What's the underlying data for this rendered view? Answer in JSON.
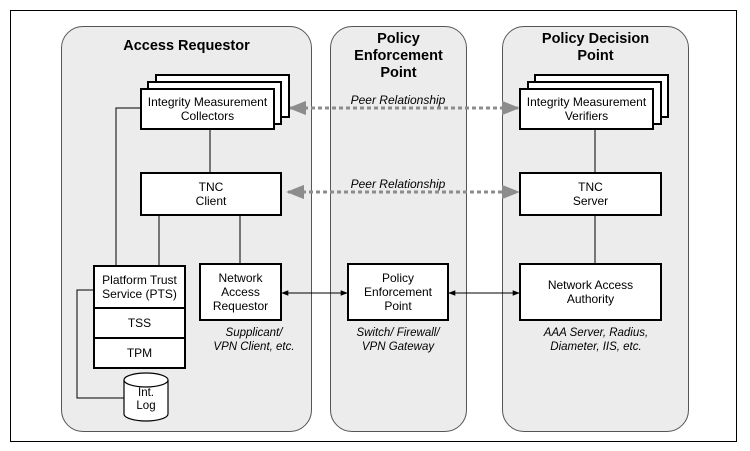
{
  "panels": {
    "access_requestor": {
      "title": "Access Requestor"
    },
    "policy_enforcement_point": {
      "title": "Policy\nEnforcement\nPoint"
    },
    "policy_decision_point": {
      "title": "Policy Decision\nPoint"
    }
  },
  "boxes": {
    "imc": "Integrity Measurement\nCollectors",
    "tnc_client": "TNC\nClient",
    "pts": "Platform Trust\nService (PTS)",
    "tss": "TSS",
    "tpm": "TPM",
    "nar": "Network\nAccess\nRequestor",
    "pep": "Policy\nEnforcement\nPoint",
    "imv": "Integrity Measurement\nVerifiers",
    "tnc_server": "TNC\nServer",
    "naa": "Network Access\nAuthority"
  },
  "cylinder": {
    "label": "Int.\nLog"
  },
  "links": {
    "peer1": "Peer Relationship",
    "peer2": "Peer Relationship"
  },
  "notes": {
    "nar": "Supplicant/\nVPN Client, etc.",
    "pep": "Switch/ Firewall/\nVPN Gateway",
    "naa": "AAA Server, Radius,\nDiameter,  IIS, etc."
  }
}
